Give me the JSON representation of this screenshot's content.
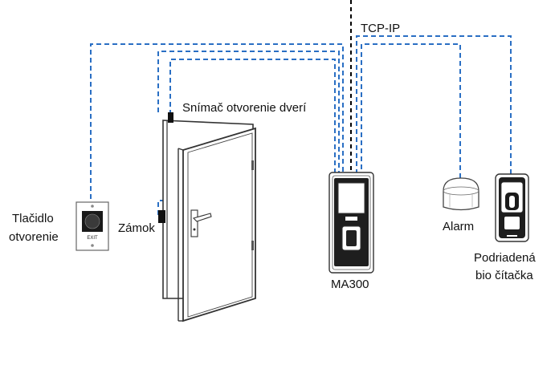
{
  "labels": {
    "network": "TCP-IP",
    "door_sensor": "Snímač otvorenie dverí",
    "exit_button_line1": "Tlačidlo",
    "exit_button_line2": "otvorenie",
    "lock": "Zámok",
    "alarm": "Alarm",
    "controller": "MA300",
    "slave_reader_line1": "Podriadená",
    "slave_reader_line2": "bio čítačka",
    "exit_button_text": "EXIT"
  },
  "colors": {
    "wire": "#2a6fc4",
    "outline": "#333333",
    "door_fill": "#ffffff",
    "device_dark": "#1e1e1e"
  }
}
